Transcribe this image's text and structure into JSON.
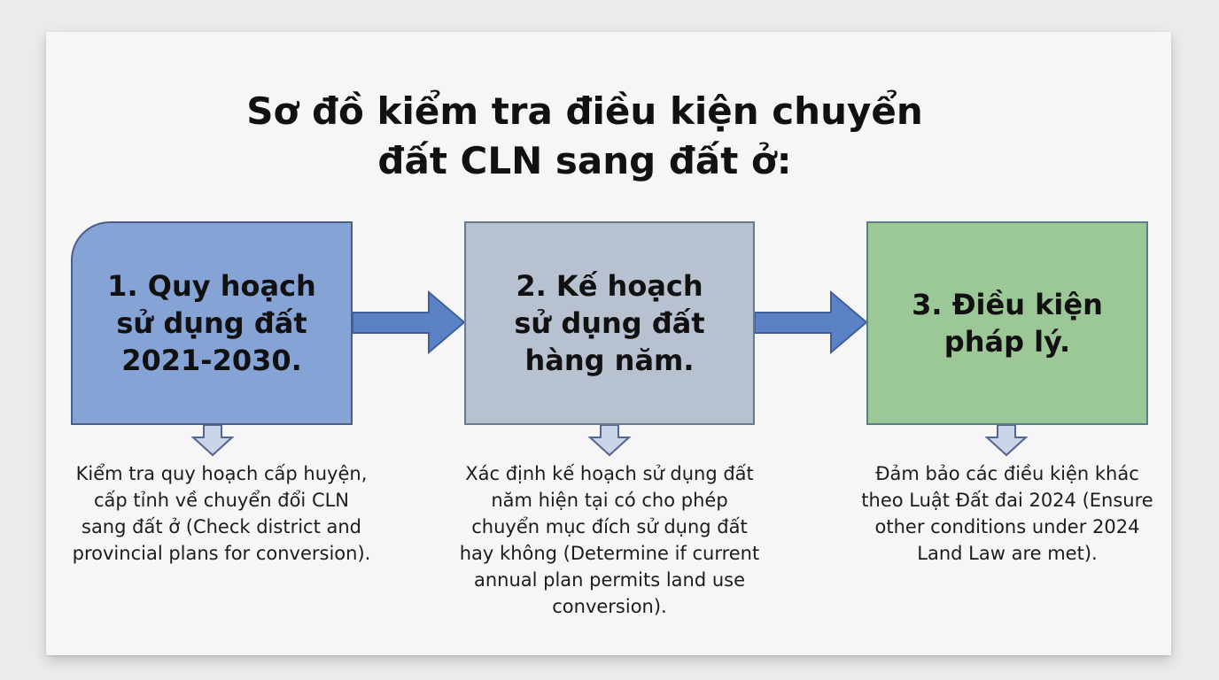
{
  "title": {
    "line1": "Sơ đồ kiểm tra điều kiện chuyển",
    "line2": "đất CLN sang đất ở:"
  },
  "steps": [
    {
      "label": "1. Quy hoạch\nsử dụng đất\n2021-2030.",
      "description": "Kiểm tra quy hoạch cấp huyện, cấp tỉnh về chuyển đổi CLN sang đất ở (Check district and provincial plans for conversion).",
      "color": "#86a3d5"
    },
    {
      "label": "2. Kế hoạch\nsử dụng đất\nhàng năm.",
      "description": "Xác định kế hoạch sử dụng đất năm hiện tại có cho phép chuyển mục đích sử dụng đất hay không (Determine if current annual plan permits land use conversion).",
      "color": "#b8c1cf"
    },
    {
      "label": "3. Điều kiện\npháp lý.",
      "description": "Đảm bảo các điều kiện khác theo Luật Đất đai 2024 (Ensure other conditions under 2024 Land Law are met).",
      "color": "#9cc898"
    }
  ],
  "arrow_colors": {
    "fill": "#5b82c4",
    "stroke": "#3f5f9a",
    "down_fill": "#c9d4e6",
    "down_stroke": "#4f6690"
  }
}
